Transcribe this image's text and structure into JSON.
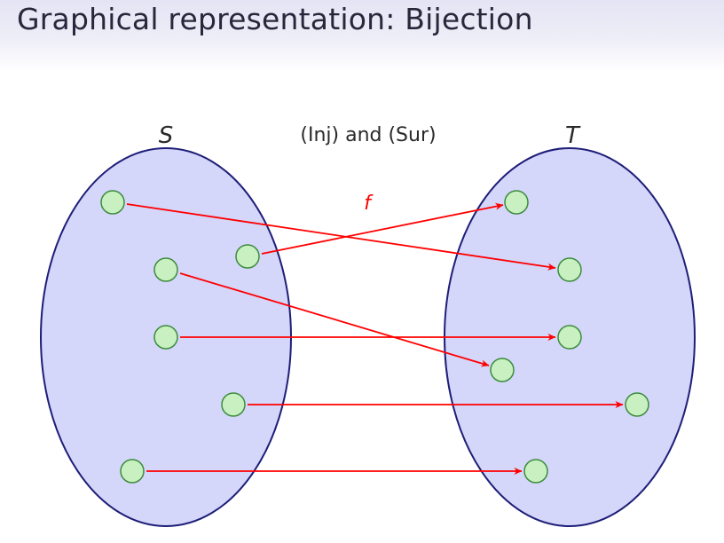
{
  "slide": {
    "title": "Graphical representation: Bijection"
  },
  "diagram": {
    "set_left_label": "S",
    "set_right_label": "T",
    "condition_label": "(Inj) and (Sur)",
    "function_label": "f",
    "colors": {
      "set_fill": "#d4d6fa",
      "set_stroke": "#1e1e78",
      "node_fill": "#c8f0c0",
      "node_stroke": "#3c8c3c",
      "arrow": "#ff0000"
    }
  }
}
